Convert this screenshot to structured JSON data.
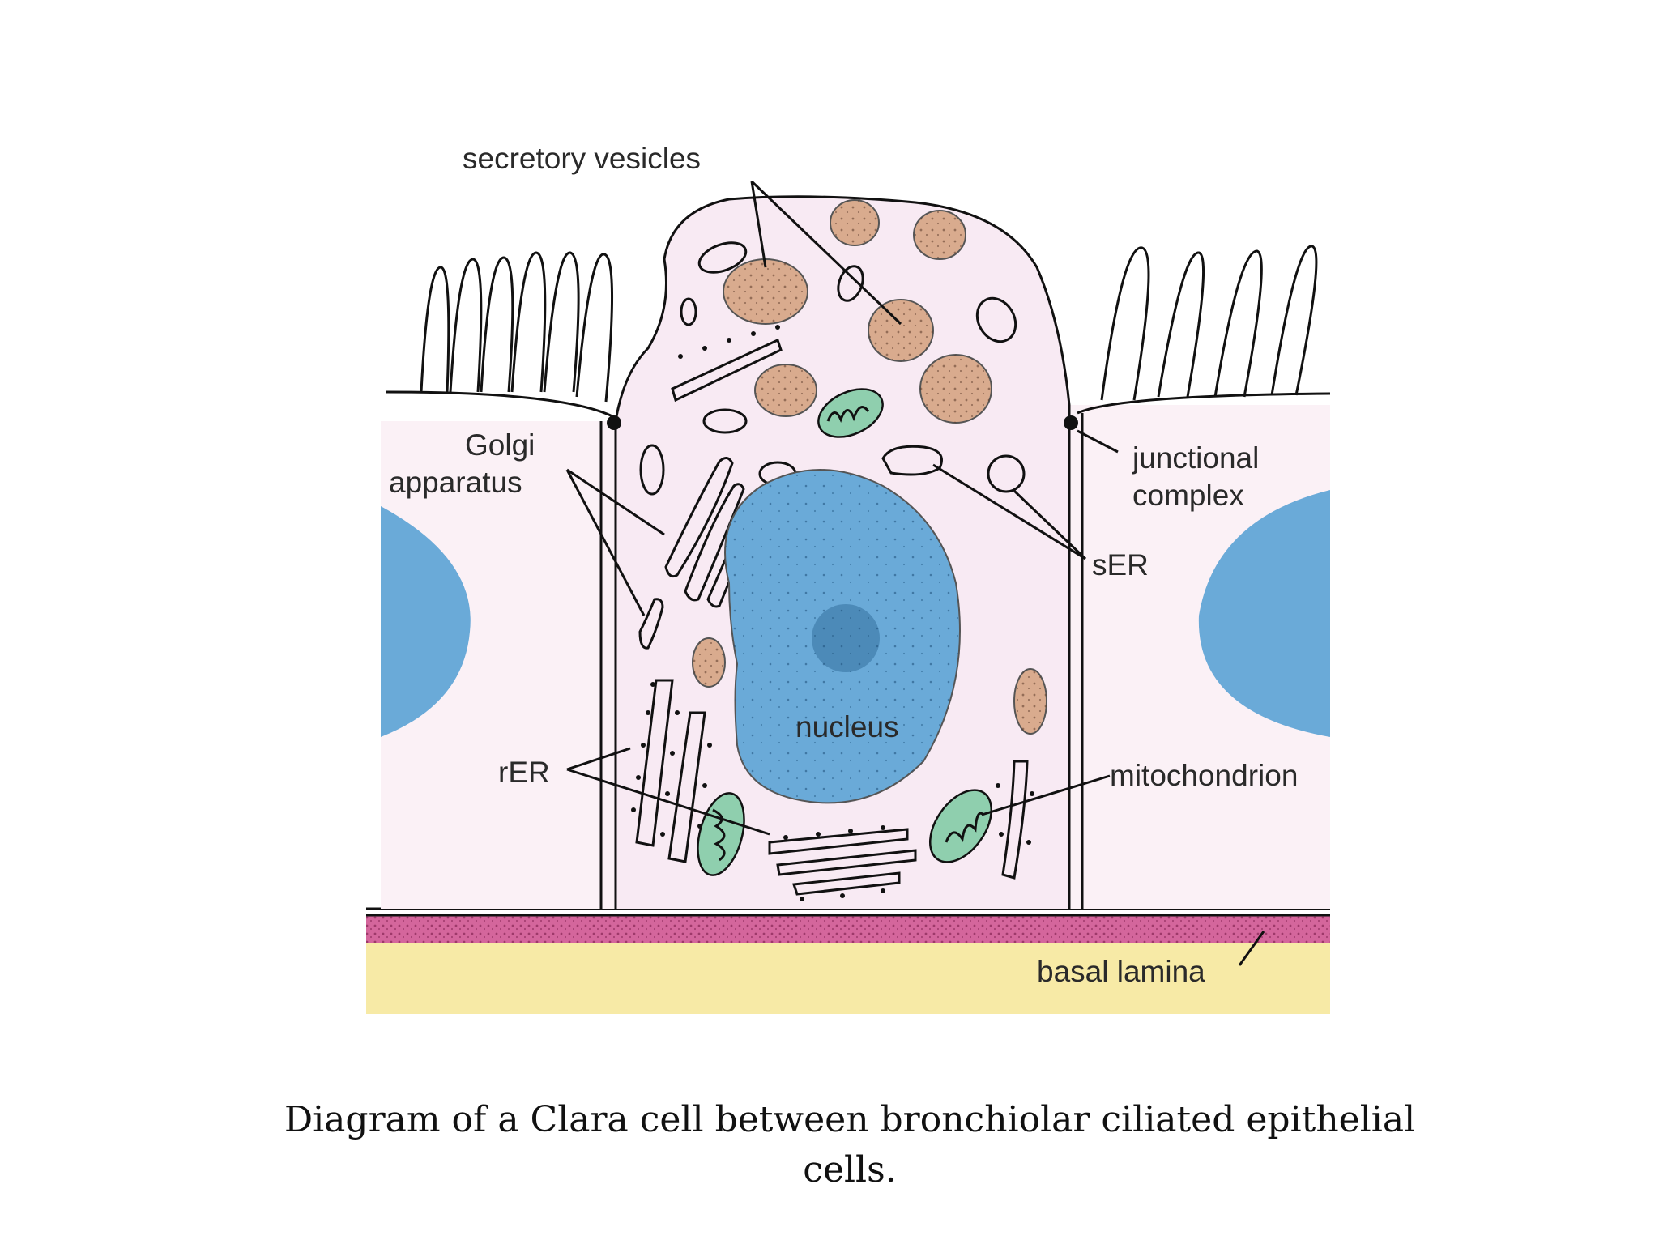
{
  "labels": {
    "secretory_vesicles": "secretory vesicles",
    "golgi_line1": "Golgi",
    "golgi_line2": "apparatus",
    "junctional_line1": "junctional",
    "junctional_line2": "complex",
    "ser": "sER",
    "nucleus": "nucleus",
    "rer": "rER",
    "mitochondrion": "mitochondrion",
    "basal_lamina": "basal lamina"
  },
  "caption": "Diagram of a Clara cell between bronchiolar ciliated epithelial cells.",
  "colors": {
    "cytoplasm": "#f8eaf3",
    "neighbor_cell": "#fbf1f6",
    "nucleus": "#6aaad8",
    "vesicle": "#d9ab8e",
    "mitochondrion": "#8fcfae",
    "basal_lamina": "#d4669c",
    "connective": "#f7eaa6"
  }
}
